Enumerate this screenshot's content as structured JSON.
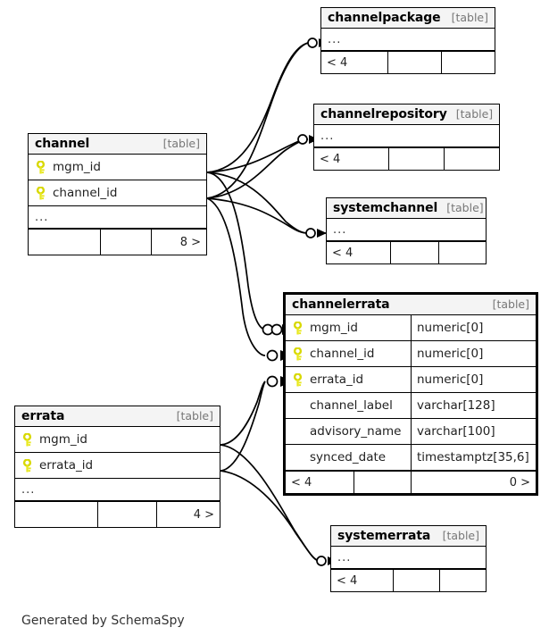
{
  "diagram": {
    "kind_label": "[table]",
    "ellipsis": "...",
    "credit": "Generated by SchemaSpy",
    "key_icon": "key-icon",
    "colors": {
      "key": "#e8e81f",
      "header_bg": "#f4f4f4",
      "border": "#000000",
      "kind_text": "#777777",
      "canvas": "#ffffff"
    }
  },
  "tables": {
    "channelpackage": {
      "name": "channelpackage",
      "kind": "[table]",
      "ellipsis": "...",
      "footer": {
        "left": "< 4",
        "middle": "",
        "right": ""
      },
      "columns": []
    },
    "channelrepository": {
      "name": "channelrepository",
      "kind": "[table]",
      "ellipsis": "...",
      "footer": {
        "left": "< 4",
        "middle": "",
        "right": ""
      },
      "columns": []
    },
    "systemchannel": {
      "name": "systemchannel",
      "kind": "[table]",
      "ellipsis": "...",
      "footer": {
        "left": "< 4",
        "middle": "",
        "right": ""
      },
      "columns": []
    },
    "channel": {
      "name": "channel",
      "kind": "[table]",
      "ellipsis": "...",
      "footer": {
        "left": "",
        "middle": "",
        "right": "8 >"
      },
      "columns": [
        {
          "name": "mgm_id",
          "type": "",
          "primary_key": true
        },
        {
          "name": "channel_id",
          "type": "",
          "primary_key": true
        }
      ]
    },
    "channelerrata": {
      "name": "channelerrata",
      "kind": "[table]",
      "ellipsis": "",
      "footer": {
        "left": "< 4",
        "middle": "",
        "right": "0 >"
      },
      "columns": [
        {
          "name": "mgm_id",
          "type": "numeric[0]",
          "primary_key": true
        },
        {
          "name": "channel_id",
          "type": "numeric[0]",
          "primary_key": true
        },
        {
          "name": "errata_id",
          "type": "numeric[0]",
          "primary_key": true
        },
        {
          "name": "channel_label",
          "type": "varchar[128]",
          "primary_key": false
        },
        {
          "name": "advisory_name",
          "type": "varchar[100]",
          "primary_key": false
        },
        {
          "name": "synced_date",
          "type": "timestamptz[35,6]",
          "primary_key": false
        }
      ]
    },
    "errata": {
      "name": "errata",
      "kind": "[table]",
      "ellipsis": "...",
      "footer": {
        "left": "",
        "middle": "",
        "right": "4 >"
      },
      "columns": [
        {
          "name": "mgm_id",
          "type": "",
          "primary_key": true
        },
        {
          "name": "errata_id",
          "type": "",
          "primary_key": true
        }
      ]
    },
    "systemerrata": {
      "name": "systemerrata",
      "kind": "[table]",
      "ellipsis": "...",
      "footer": {
        "left": "< 4",
        "middle": "",
        "right": ""
      },
      "columns": []
    }
  }
}
